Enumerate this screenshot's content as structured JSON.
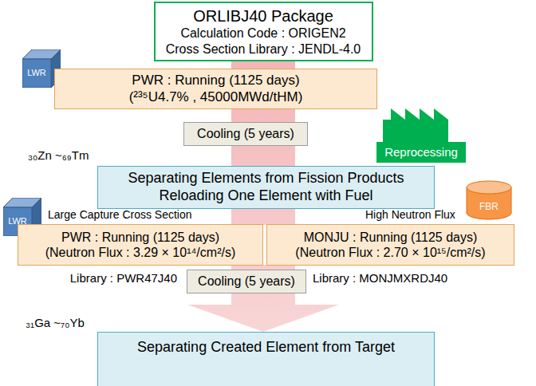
{
  "diagram": {
    "nodes": [
      {
        "text": [
          "ORLIBJ40 Package",
          "Calculation Code : ORIGEN2",
          "Cross Section Library : JENDL-4.0"
        ]
      },
      {
        "text": [
          "LWR"
        ]
      },
      {
        "text": [
          "PWR : Running (1125 days)",
          "(²³⁵U4.7% , 45000MWd/tHM)"
        ]
      },
      {
        "text": [
          "Cooling (5 years)"
        ]
      },
      {
        "text": [
          "Reprocessing"
        ]
      },
      {
        "text": [
          "Separating Elements from Fission Products",
          "Reloading One Element with Fuel"
        ]
      },
      {
        "text": [
          "LWR"
        ]
      },
      {
        "text": [
          "PWR : Running (1125 days)",
          "(Neutron Flux : 3.29 × 10¹⁴/cm²/s)"
        ]
      },
      {
        "text": [
          "FBR"
        ]
      },
      {
        "text": [
          "MONJU : Running (1125 days)",
          "(Neutron Flux : 2.70 × 10¹⁵/cm²/s)"
        ]
      },
      {
        "text": [
          "Cooling (5 years)"
        ]
      },
      {
        "text": [
          "Separating Created Element from Target"
        ]
      }
    ],
    "edges": [
      {
        "from": 0,
        "to": 2,
        "arrow": "none"
      },
      {
        "from": 2,
        "to": 3,
        "arrow": "none"
      },
      {
        "from": 3,
        "to": 5,
        "arrow": "none"
      },
      {
        "from": 5,
        "to": 7,
        "arrow": "none"
      },
      {
        "from": 5,
        "to": 9,
        "arrow": "none"
      },
      {
        "from": 7,
        "to": 10,
        "arrow": "none"
      },
      {
        "from": 9,
        "to": 10,
        "arrow": "none"
      },
      {
        "from": 10,
        "to": 11,
        "arrow": "to"
      }
    ],
    "labels": [
      "₃₀Zn ~₆₉Tm",
      "Large Capture Cross Section",
      "High Neutron Flux",
      "Library : PWR47J40",
      "Library : MONJMXRDJ40",
      "₃₁Ga ~₇₀Yb"
    ]
  }
}
